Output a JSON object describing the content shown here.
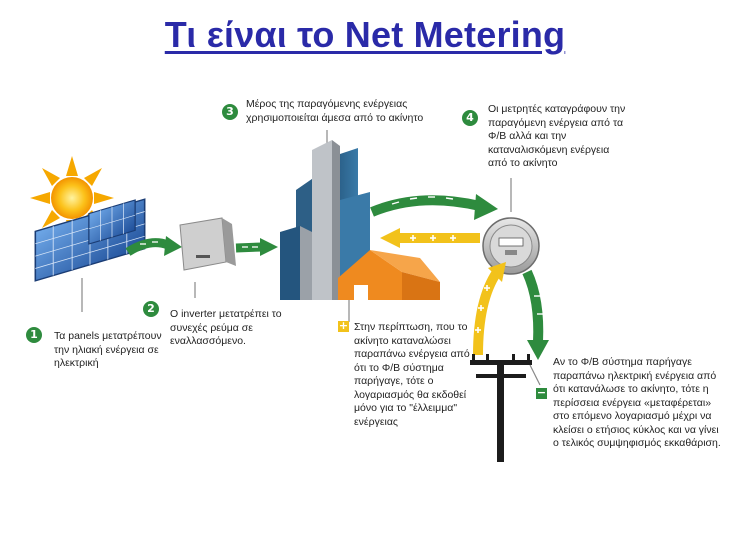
{
  "title": "Τι είναι το Net Metering",
  "steps": [
    {
      "badge": "1",
      "text": "Τα panels μετατρέπουν την ηλιακή ενέργεια σε ηλεκτρική"
    },
    {
      "badge": "2",
      "text": "Ο inverter μετατρέπει το συνεχές ρεύμα σε εναλλασσόμενο."
    },
    {
      "badge": "3",
      "text": "Μέρος της παραγόμενης ενέργειας χρησιμοποιείται άμεσα από το ακίνητο"
    },
    {
      "badge": "4",
      "text": "Οι μετρητές καταγράφουν την παραγόμενη ενέργεια από τα Φ/Β αλλά και την καταναλισκόμενη ενέργεια από το ακίνητο"
    }
  ],
  "notes": {
    "deficit": {
      "symbol": "+",
      "text": "Στην περίπτωση, που το ακίνητο καταναλώσει παραπάνω ενέργεια από ότι το Φ/Β σύστημα παρήγαγε, τότε ο λογαριασμός θα εκδοθεί μόνο για το \"έλλειμμα\" ενέργειας"
    },
    "surplus": {
      "symbol": "−",
      "text": "Αν το Φ/Β σύστημα παρήγαγε παραπάνω ηλεκτρική ενέργεια από ότι κατανάλωσε το ακίνητο, τότε η περίσσεια ενέργεια «μεταφέρεται» στο επόμενο λογαριασμό μέχρι να κλείσει ο ετήσιος κύκλος και να γίνει ο τελικός συμψηφισμός εκκαθάριση."
    }
  },
  "colors": {
    "title": "#2a2aa8",
    "green_arrow": "#2e8b3e",
    "yellow_arrow": "#f2c21b",
    "building": "#2d5f86",
    "house": "#ef8a1f"
  },
  "icons": [
    "sun-icon",
    "solar-panel-icon",
    "inverter-icon",
    "building-icon",
    "house-icon",
    "electric-meter-icon",
    "utility-pole-icon"
  ]
}
